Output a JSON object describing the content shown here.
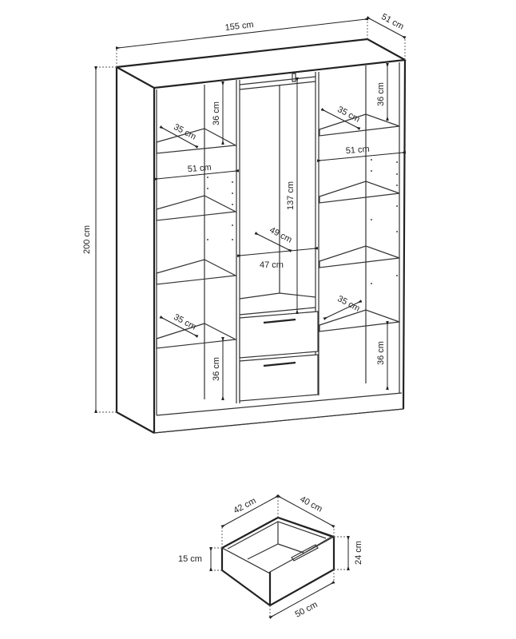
{
  "wardrobe": {
    "width": "155 cm",
    "depth": "51 cm",
    "height": "200 cm",
    "top_left_shelf_height": "36 cm",
    "top_left_shelf_depth": "35 cm",
    "left_inner_width": "51 cm",
    "top_right_shelf_height": "36 cm",
    "top_right_shelf_depth": "35 cm",
    "right_inner_width": "51 cm",
    "hanging_height": "137 cm",
    "hanging_depth": "49 cm",
    "hanging_width": "47 cm",
    "bottom_left_shelf_depth": "35 cm",
    "bottom_left_shelf_height": "36 cm",
    "bottom_right_shelf_depth": "35 cm",
    "bottom_right_shelf_height": "36 cm"
  },
  "drawer": {
    "side_depth": "42 cm",
    "inner_width": "40 cm",
    "front_width": "50 cm",
    "side_height": "15 cm",
    "front_height": "24 cm"
  }
}
